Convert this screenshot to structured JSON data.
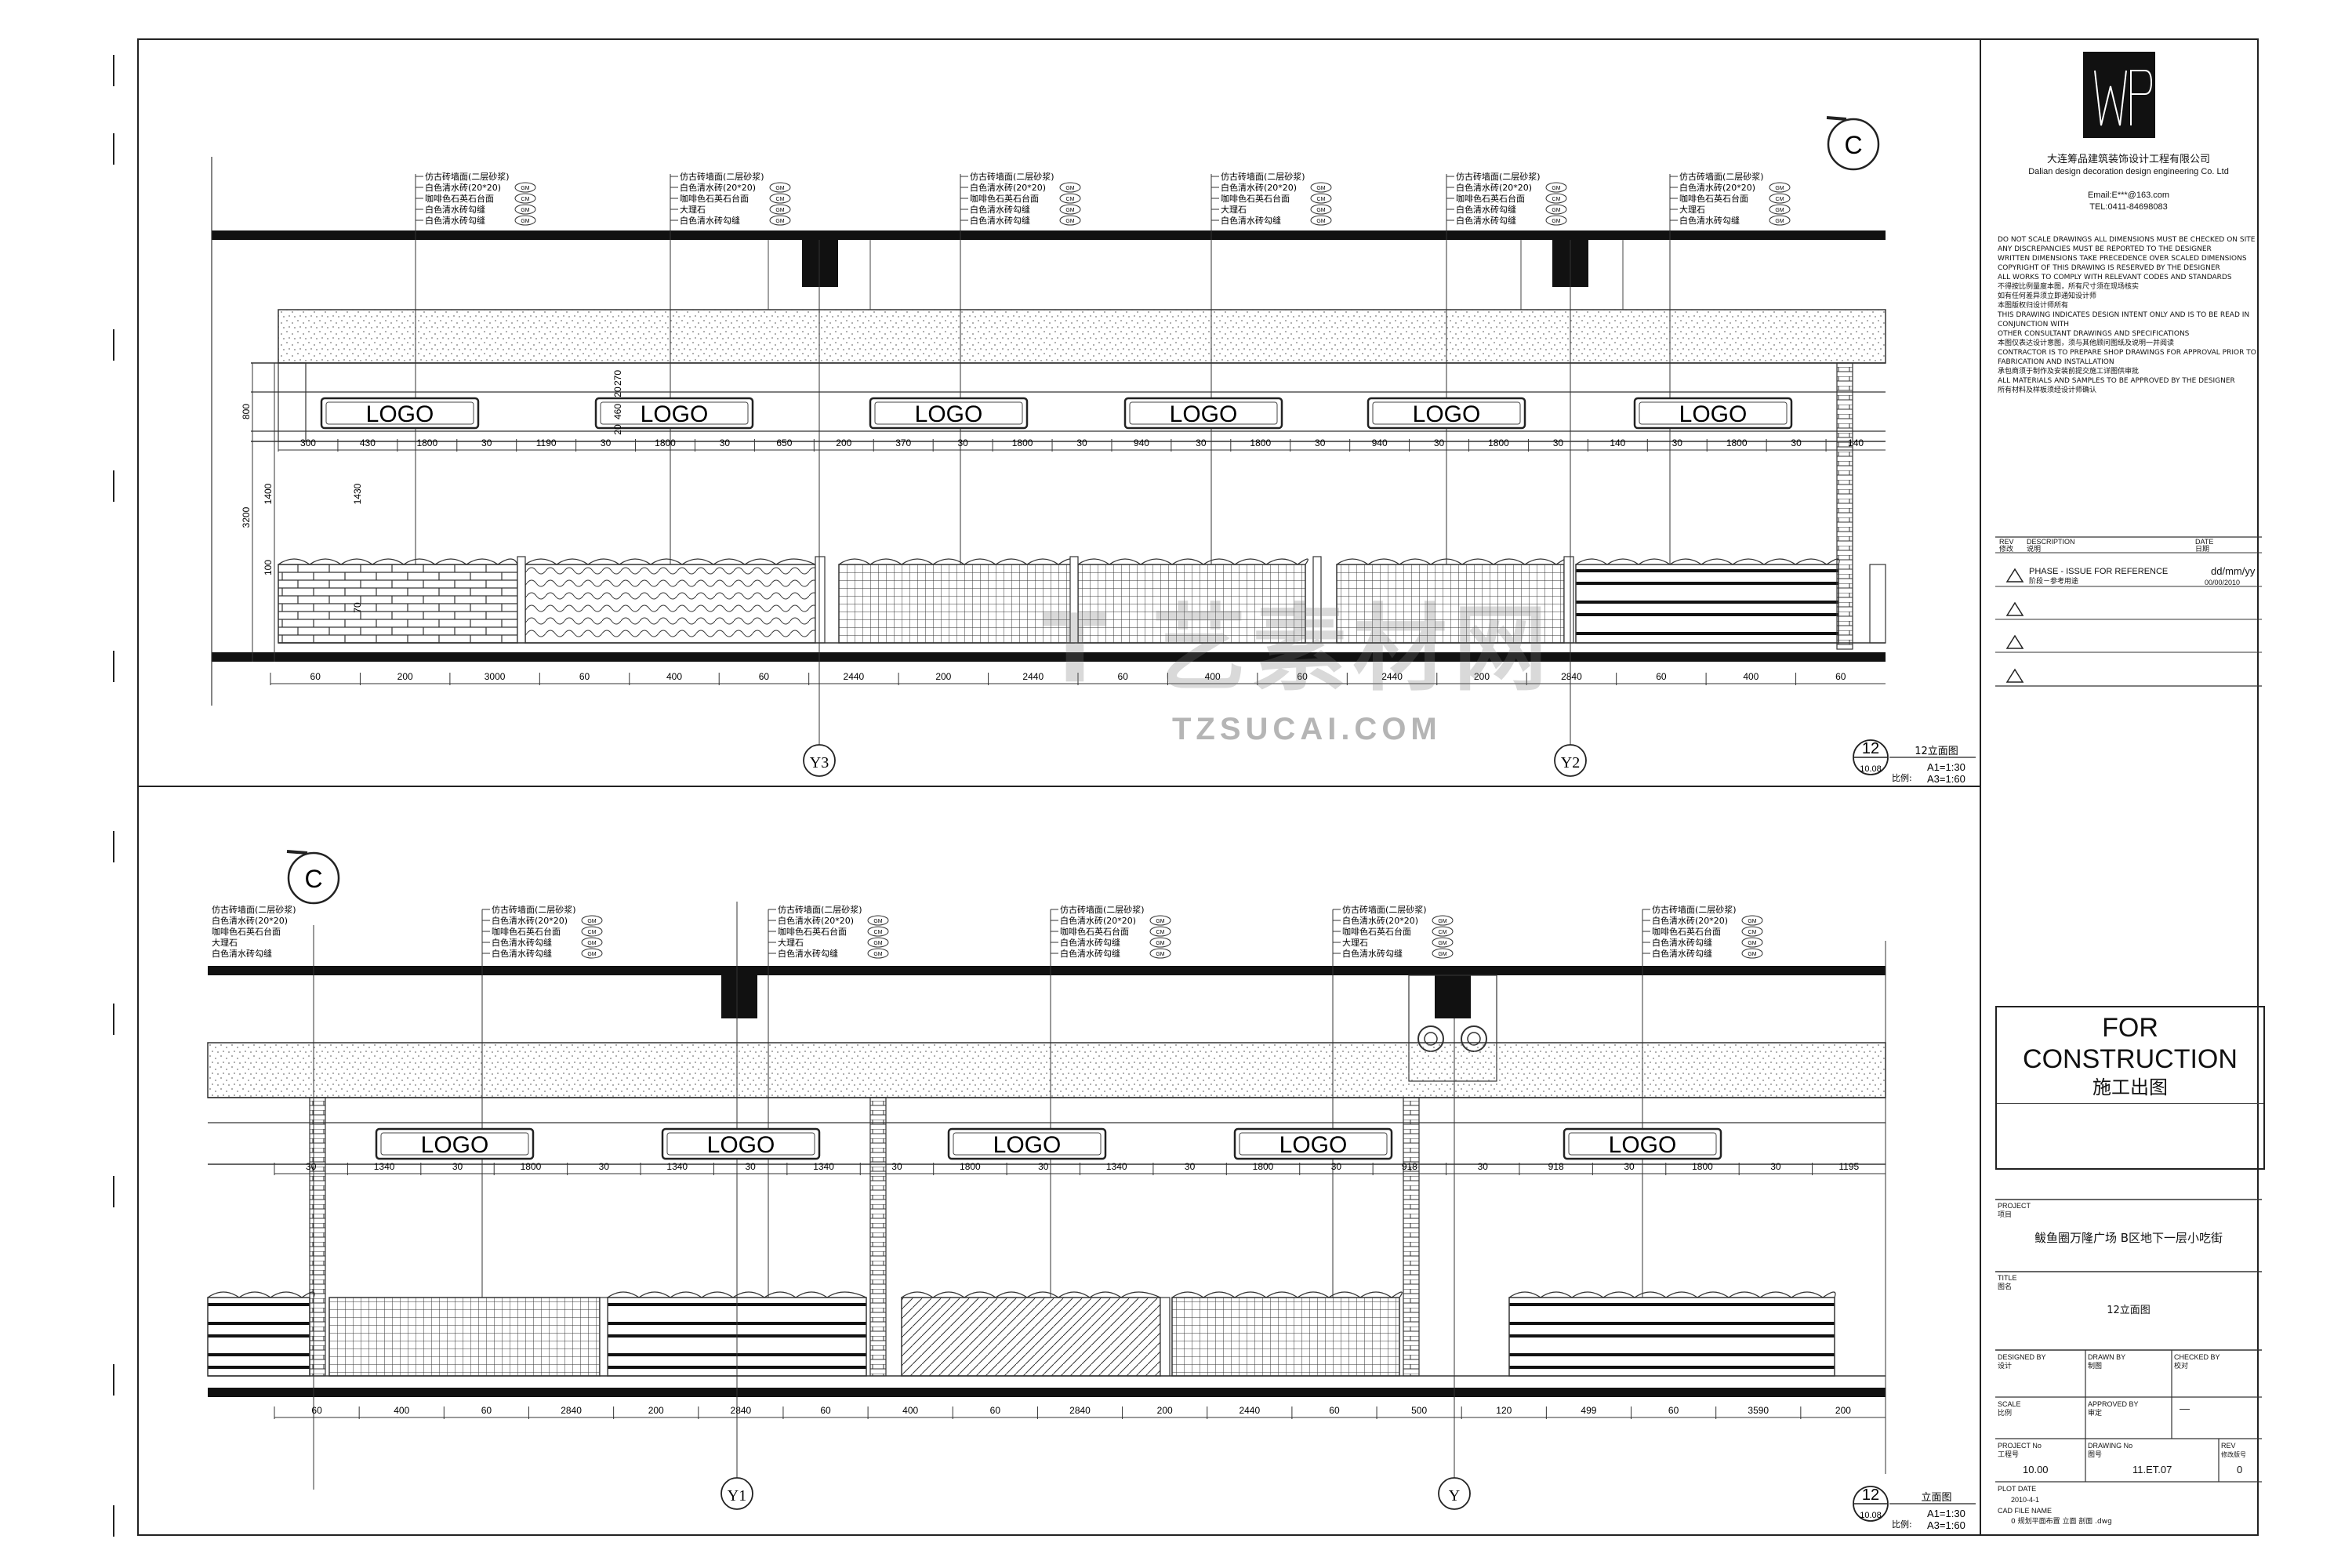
{
  "company": {
    "logo_text": "WP",
    "name_cn": "大连筹品建筑装饰设计工程有限公司",
    "name_en": "Dalian design decoration design engineering Co. Ltd",
    "email": "Email:E***@163.com",
    "tel": "TEL:0411-84698083",
    "notes": [
      "DO NOT SCALE DRAWINGS ALL DIMENSIONS MUST BE CHECKED ON SITE",
      "ANY DISCREPANCIES MUST BE REPORTED TO THE DESIGNER",
      "WRITTEN DIMENSIONS TAKE PRECEDENCE OVER SCALED DIMENSIONS",
      "COPYRIGHT OF THIS DRAWING IS RESERVED BY THE DESIGNER",
      "ALL WORKS TO COMPLY WITH RELEVANT CODES AND STANDARDS",
      "不得按比例量度本图，所有尺寸须在现场核实",
      "如有任何差异须立即通知设计师",
      "本图版权归设计师所有",
      "THIS DRAWING INDICATES DESIGN INTENT ONLY AND IS TO BE READ IN CONJUNCTION WITH",
      "OTHER CONSULTANT DRAWINGS AND SPECIFICATIONS",
      "本图仅表达设计意图，须与其他顾问图纸及说明一并阅读",
      "CONTRACTOR IS TO PREPARE SHOP DRAWINGS FOR APPROVAL PRIOR TO",
      "FABRICATION AND INSTALLATION",
      "承包商须于制作及安装前提交施工详图供审批",
      "ALL MATERIALS AND SAMPLES TO BE APPROVED BY THE DESIGNER",
      "所有材料及样板须经设计师确认"
    ]
  },
  "revisions": {
    "head_rev": "REV",
    "head_rev_cn": "修改",
    "head_desc": "DESCRIPTION",
    "head_desc_cn": "说明",
    "head_date": "DATE",
    "head_date_cn": "日期",
    "phase": "PHASE - ISSUE FOR REFERENCE",
    "phase_cn": "阶段－参考用途",
    "date": "dd/mm/yy",
    "date_sub": "00/00/2010"
  },
  "stamp": {
    "line1": "FOR",
    "line2": "CONSTRUCTION",
    "line3": "施工出图"
  },
  "project": {
    "label": "PROJECT",
    "label_cn": "项目",
    "value": "鲅鱼圈万隆广场 B区地下一层小吃街"
  },
  "title": {
    "label": "TITLE",
    "label_cn": "图名",
    "value": "12立面图"
  },
  "signoffs": {
    "designed_by": "DESIGNED BY",
    "designed_by_cn": "设计",
    "drawn_by": "DRAWN BY",
    "drawn_by_cn": "制图",
    "checked_by": "CHECKED BY",
    "checked_by_cn": "校对",
    "scale": "SCALE",
    "scale_cn": "比例",
    "approved_by": "APPROVED BY",
    "approved_by_cn": "审定",
    "dash": "—"
  },
  "numbers": {
    "project_no_label": "PROJECT No",
    "project_no_label_cn": "工程号",
    "project_no": "10.00",
    "drawing_no_label": "DRAWING No",
    "drawing_no_label_cn": "图号",
    "drawing_no": "11.ET.07",
    "rev_label": "REV",
    "rev_label_cn": "修改版号",
    "rev": "0",
    "plot_date_label": "PLOT DATE",
    "plot_date": "2010-4-1",
    "cad_label": "CAD FILE NAME",
    "cad_value": "0 规划平面布置 立面 剖面 .dwg"
  },
  "watermark": {
    "cn": "T 艺素材网",
    "en": "TZSUCAI.COM"
  },
  "elevation_top": {
    "ref_num": "12",
    "ref_sheet": "10.08",
    "ref_title": "12立面图",
    "scale_a1": "A1=1:30",
    "scale_a3": "A3=1:60",
    "scale_label": "比例:",
    "section_mark": "C",
    "grid_left": "Y3",
    "grid_right": "Y2",
    "logo_text": "LOGO",
    "callout_lines": [
      "仿古砖墙面(二层砂浆)",
      "白色清水砖(20*20)",
      "咖啡色石英石台面",
      "白色清水砖勾缝",
      "白色清水砖勾缝"
    ],
    "callout_lines_b": [
      "仿古砖墙面(二层砂浆)",
      "白色清水砖(20*20)",
      "咖啡色石英石台面",
      "大理石",
      "白色清水砖勾缝"
    ],
    "callout_tags": [
      "GM",
      "CM",
      "GM",
      "GM"
    ],
    "dims_vertical": [
      "800",
      "3200",
      "1400",
      "1430",
      "100",
      "70",
      "270",
      "20",
      "460",
      "20"
    ],
    "dims_sign_row": [
      "300",
      "430",
      "1800",
      "30",
      "1190",
      "30",
      "1800",
      "30",
      "650",
      "200",
      "370",
      "30",
      "1800",
      "30",
      "940",
      "30",
      "1800",
      "30",
      "940",
      "30",
      "1800",
      "30",
      "140",
      "30",
      "1800",
      "30",
      "140"
    ],
    "dims_bottom": [
      "60",
      "200",
      "3000",
      "60",
      "400",
      "60",
      "2440",
      "200",
      "2440",
      "60",
      "400",
      "60",
      "2440",
      "200",
      "2840",
      "60",
      "400",
      "60"
    ]
  },
  "elevation_bottom": {
    "ref_num": "12",
    "ref_sheet": "10.08",
    "ref_title": "立面图",
    "scale_a1": "A1=1:30",
    "scale_a3": "A3=1:60",
    "scale_label": "比例:",
    "section_mark": "C",
    "grid_left": "Y1",
    "grid_right": "Y",
    "logo_text": "LOGO",
    "dims_sign_row": [
      "30",
      "1340",
      "30",
      "1800",
      "30",
      "1340",
      "30",
      "1340",
      "30",
      "1800",
      "30",
      "1340",
      "30",
      "1800",
      "30",
      "918",
      "30",
      "918",
      "30",
      "1800",
      "30",
      "1195"
    ],
    "dims_bottom": [
      "60",
      "400",
      "60",
      "2840",
      "200",
      "2840",
      "60",
      "400",
      "60",
      "2840",
      "200",
      "2440",
      "60",
      "500",
      "120",
      "499",
      "60",
      "3590",
      "200"
    ]
  }
}
